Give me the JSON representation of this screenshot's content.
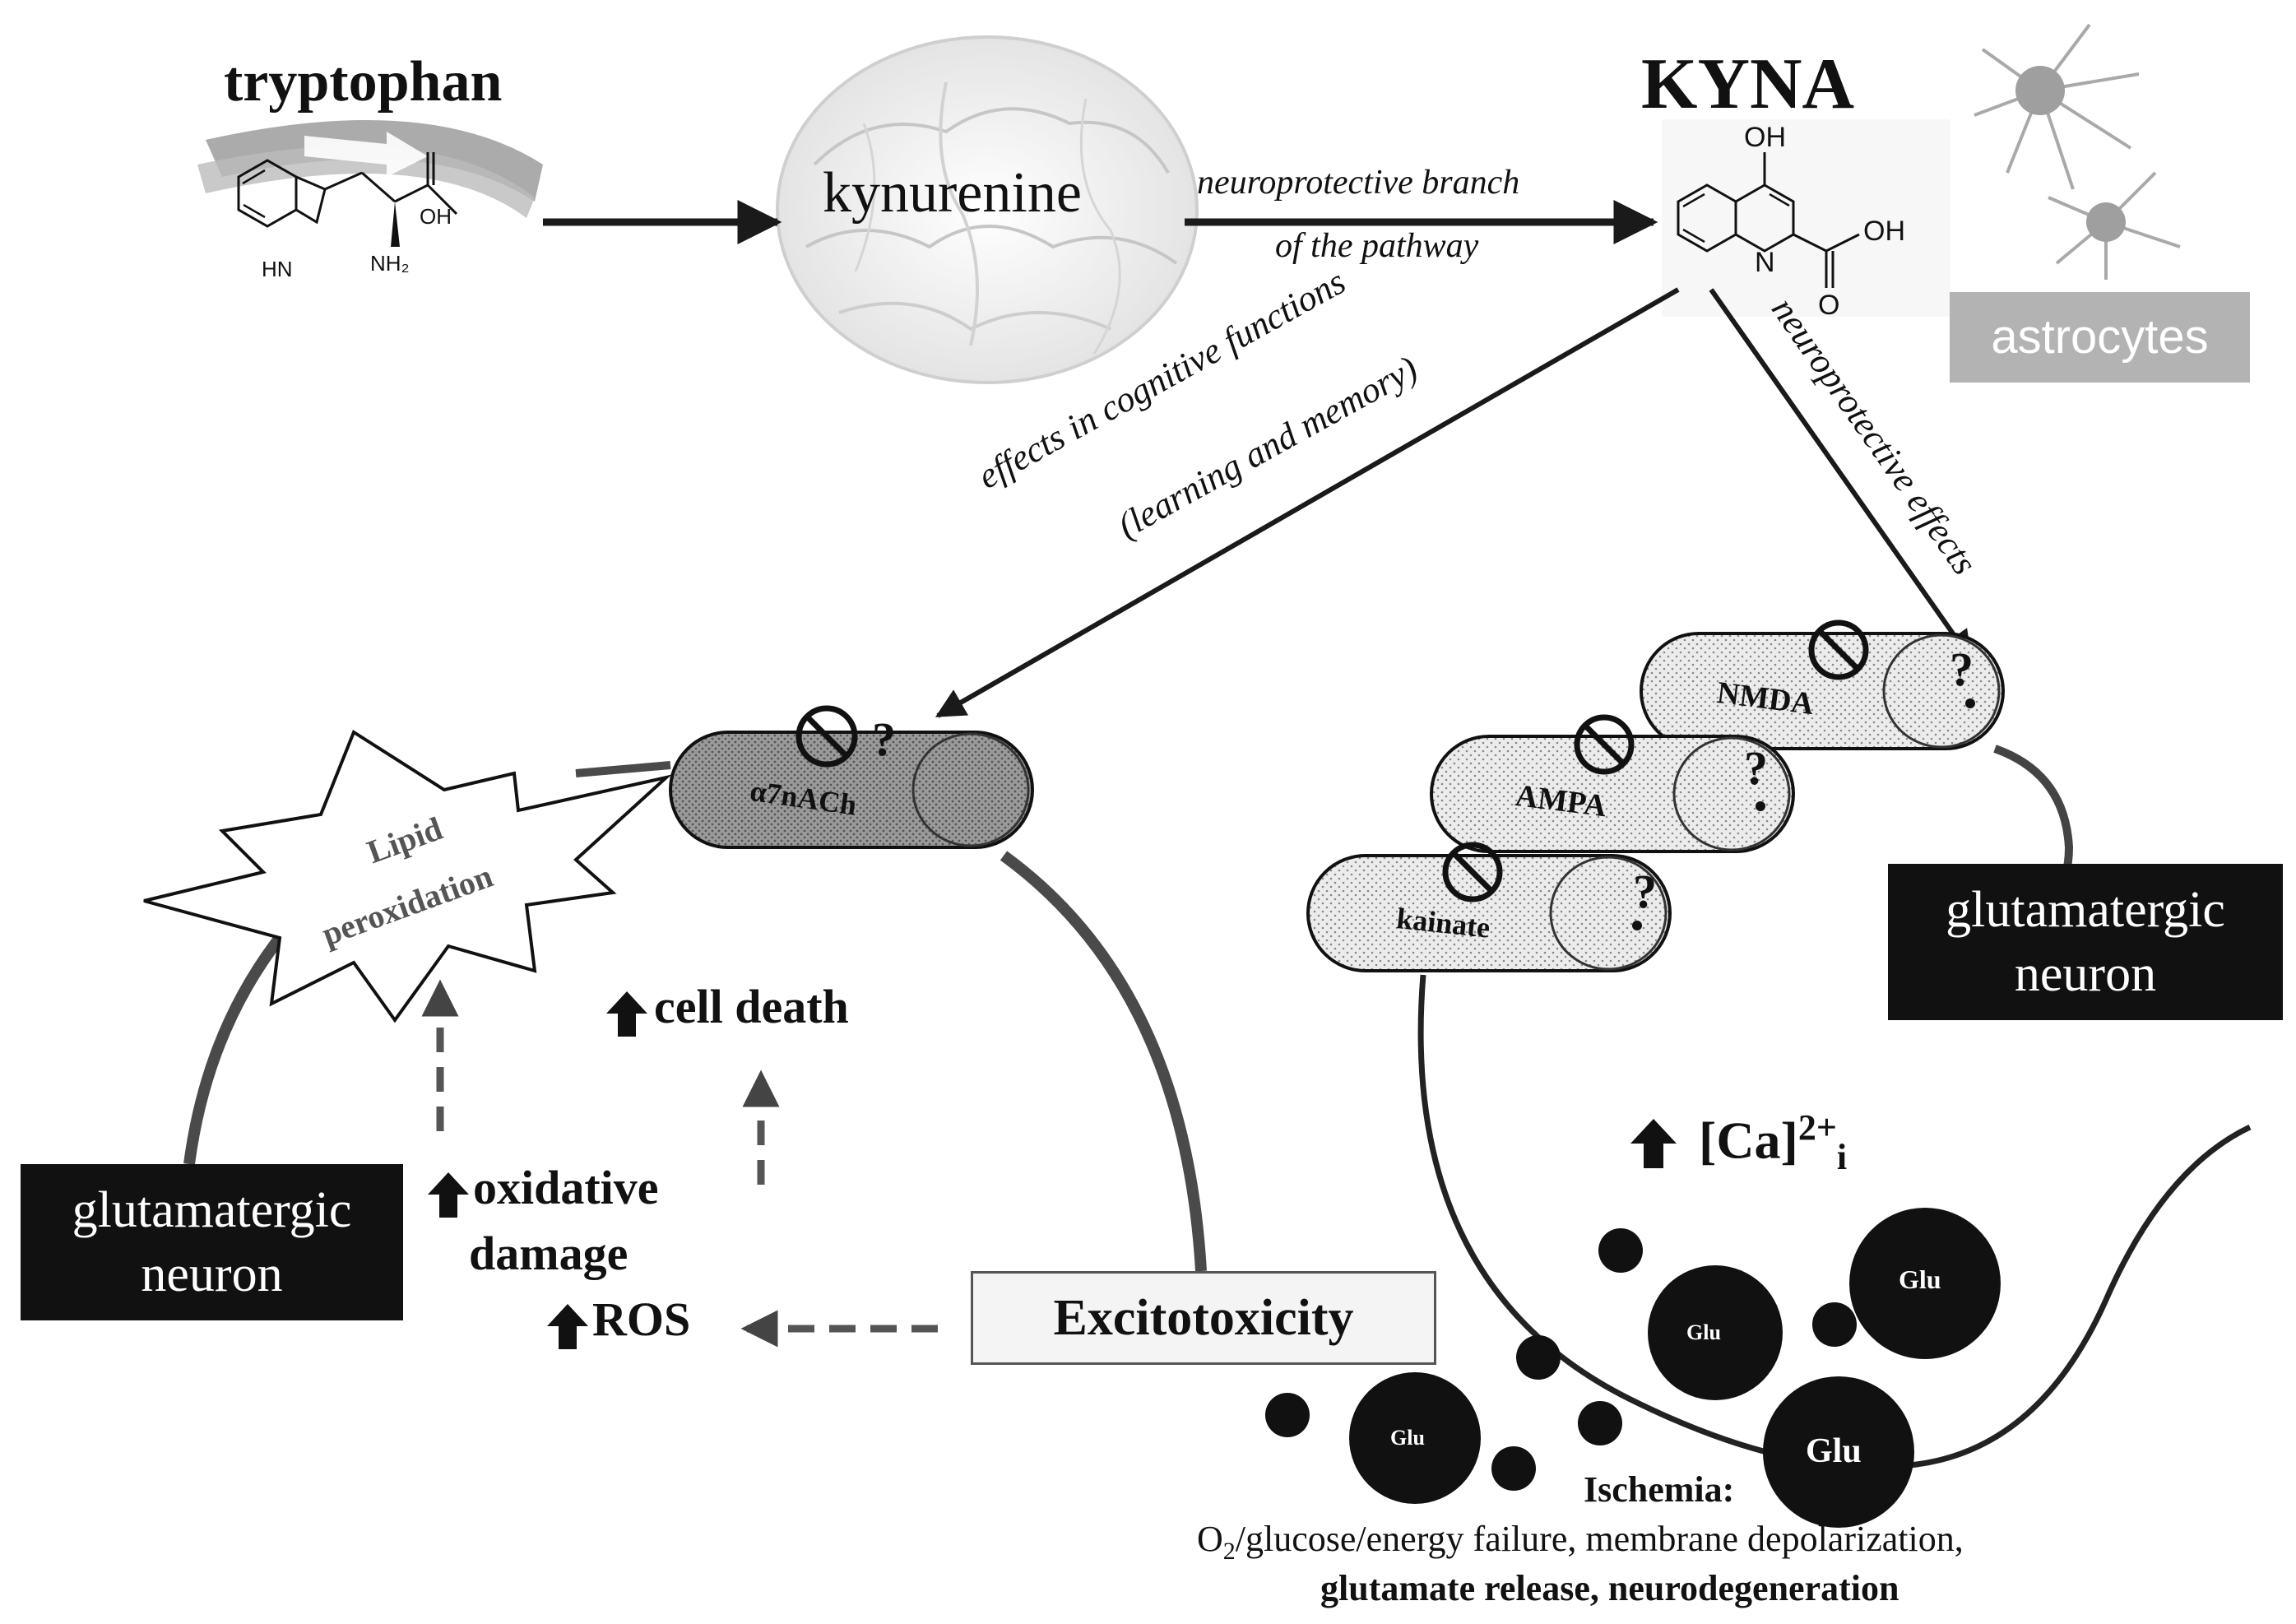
{
  "pathway": {
    "tryptophan": "tryptophan",
    "kynurenine": "kynurenine",
    "kyna": "KYNA",
    "branch_line1": "neuroprotective branch",
    "branch_line2": "of the pathway",
    "astrocytes": "astrocytes",
    "cognitive_line1": "effects in cognitive functions",
    "cognitive_line2": "(learning and memory)",
    "neuroprotective_effects": "neuroprotective effects"
  },
  "molecules": {
    "trp_oh": "OH",
    "trp_nh2": "NH₂",
    "trp_hn": "HN",
    "kyna_oh_top": "OH",
    "kyna_n": "N",
    "kyna_oh_right": "OH",
    "kyna_o": "O"
  },
  "receptors": {
    "a7nach": "α7nACh",
    "nmda": "NMDA",
    "ampa": "AMPA",
    "kainate": "kainate",
    "question": "?"
  },
  "left_neuron": {
    "lipid_line1": "Lipid",
    "lipid_line2": "peroxidation",
    "cell_death": "cell death",
    "oxidative_line1": "oxidative",
    "oxidative_line2": "damage",
    "ros": "ROS",
    "excitotoxicity": "Excitotoxicity",
    "neuron_line1": "glutamatergic",
    "neuron_line2": "neuron"
  },
  "right_neuron": {
    "neuron_line1": "glutamatergic",
    "neuron_line2": "neuron",
    "calcium": "[Ca]",
    "calcium_sup": "2+",
    "calcium_sub": "i",
    "glu": "Glu"
  },
  "ischemia": {
    "title": "Ischemia:",
    "line2_o": "O",
    "line2_sub": "2",
    "line2_rest": "/glucose/energy failure, membrane depolarization,",
    "line3": "glutamate release, neurodegeneration"
  },
  "colors": {
    "ink": "#111111",
    "arrow": "#1a1a1a",
    "membrane": "#4a4a4a",
    "grey_box": "#b3b3b3",
    "dashed_arrow": "#555555",
    "receptor_fill_dark": "#8c8c8c",
    "receptor_fill_light": "#e6e6e6"
  },
  "icons": [
    "brain-sketch",
    "astrocyte-cells",
    "block-symbol",
    "up-arrow",
    "dashed-arrow",
    "starburst"
  ]
}
